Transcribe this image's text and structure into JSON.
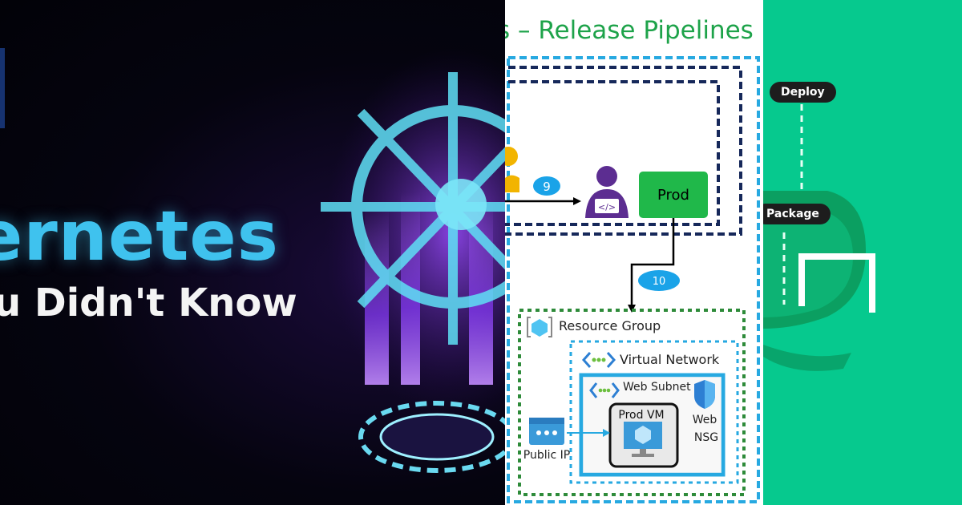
{
  "left_panel": {
    "title_fragment": "ernetes",
    "subtitle_fragment": "u Didn't Know"
  },
  "middle_panel": {
    "title_fragment": "s – Release Pipelines",
    "step_9": "9",
    "step_10": "10",
    "prod_label": "Prod",
    "resource_group": "Resource Group",
    "virtual_network": "Virtual Network",
    "web_subnet": "Web Subnet",
    "prod_vm": "Prod VM",
    "web_nsg_line1": "Web",
    "web_nsg_line2": "NSG",
    "public_ip": "Public IP",
    "colors": {
      "green": "#1ea34a",
      "prod_box": "#20b84a",
      "badge": "#1aa3e8",
      "navy": "#16285a",
      "cyan": "#27a9e1"
    }
  },
  "right_panel": {
    "deploy_label": "Deploy",
    "package_label": "Package",
    "background": "#06c98e"
  }
}
